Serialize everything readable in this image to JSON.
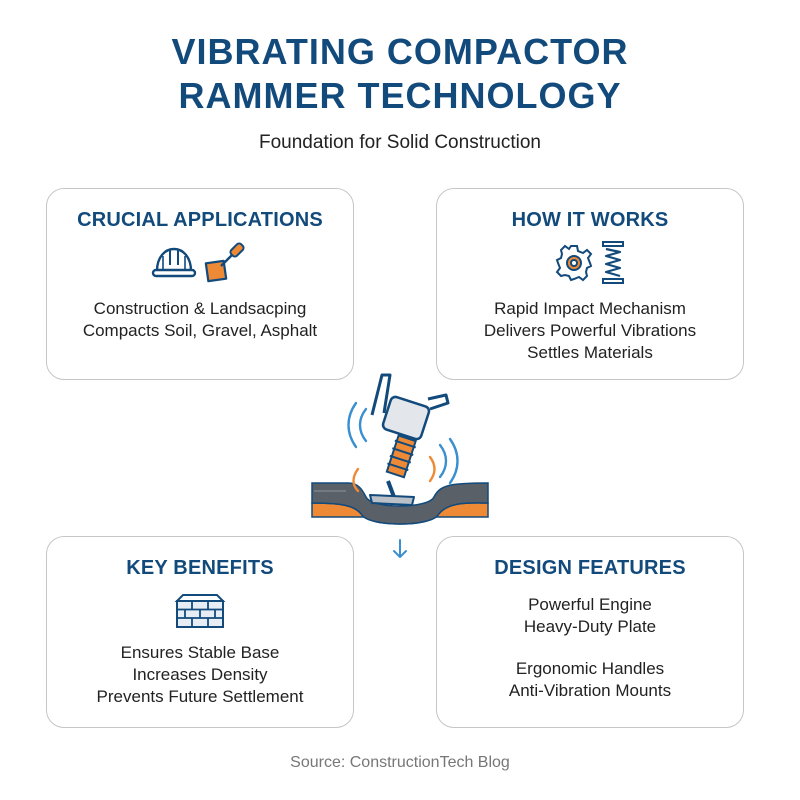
{
  "header": {
    "title_line1": "VIBRATING COMPACTOR",
    "title_line2": "RAMMER TECHNOLOGY",
    "subtitle": "Foundation for Solid Construction"
  },
  "cards": {
    "applications": {
      "heading": "CRUCIAL APPLICATIONS",
      "icons": [
        "hard-hat-icon",
        "trowel-icon"
      ],
      "lines": [
        "Construction & Landsacping",
        "Compacts Soil, Gravel, Asphalt"
      ]
    },
    "how_it_works": {
      "heading": "HOW IT WORKS",
      "icons": [
        "gear-icon",
        "spring-icon"
      ],
      "lines": [
        "Rapid Impact Mechanism",
        "Delivers Powerful Vibrations",
        "Settles Materials"
      ]
    },
    "benefits": {
      "heading": "KEY BENEFITS",
      "icons": [
        "brick-wall-icon"
      ],
      "lines": [
        "Ensures Stable Base",
        "Increases Density",
        "Prevents Future Settlement"
      ]
    },
    "design": {
      "heading": "DESIGN FEATURES",
      "lines": [
        "Powerful Engine",
        "Heavy-Duty Plate",
        "Ergonomic Handles",
        "Anti-Vibration Mounts"
      ]
    }
  },
  "illustration": {
    "icons": [
      "rammer-icon",
      "vibration-waves-icon",
      "ground-layers-icon",
      "down-arrow-icon"
    ]
  },
  "colors": {
    "primary": "#124a7c",
    "accent_orange": "#ee8a35",
    "icon_blue": "#3a8fd0",
    "ground_gray": "#5a6068"
  },
  "footer": {
    "source": "Source: ConstructionTech Blog"
  }
}
